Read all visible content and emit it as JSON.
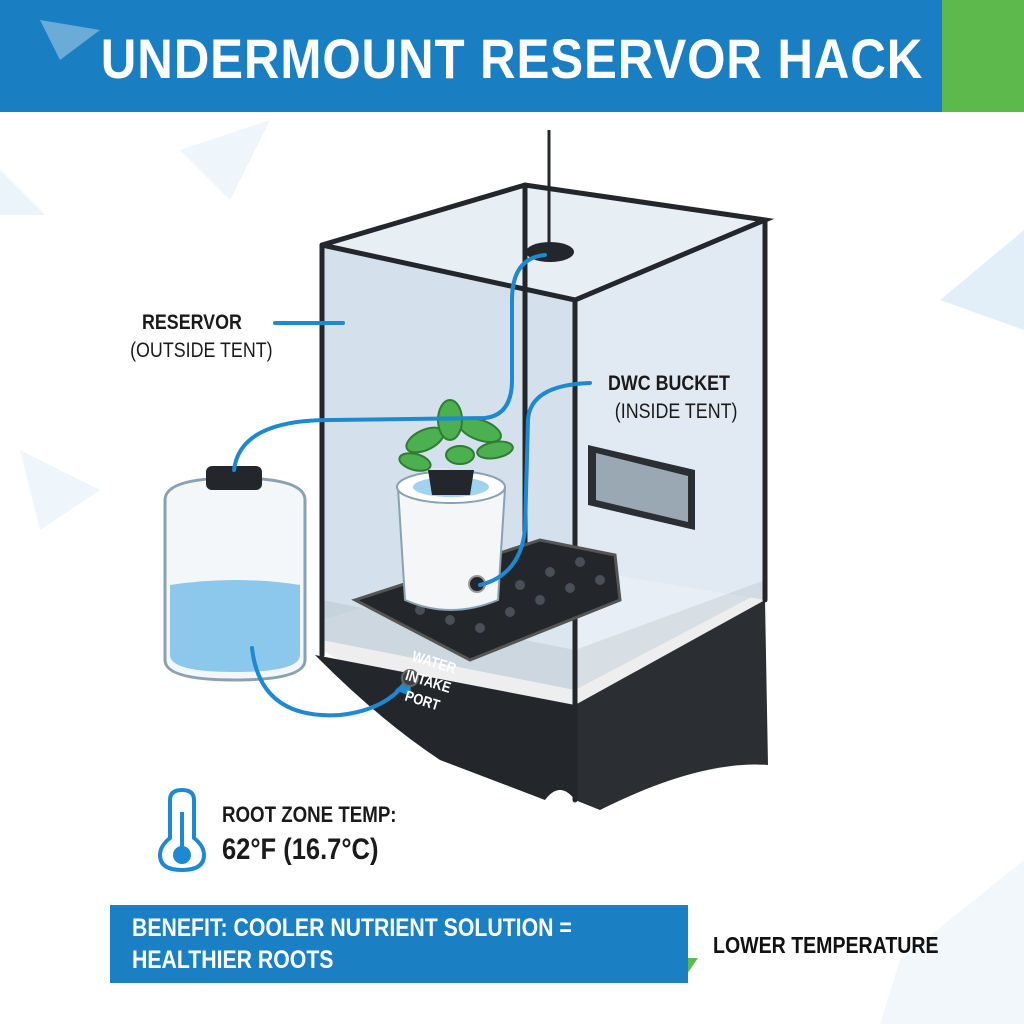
{
  "header": {
    "title": "UNDERMOUNT RESERVOR HACK"
  },
  "labels": {
    "reservoir": {
      "title": "RESERVOR",
      "subtitle": "(OUTSIDE TENT)"
    },
    "bucket": {
      "title": "DWC BUCKET",
      "subtitle": "(INSIDE TENT)"
    },
    "port": {
      "line1": "WATER INTAKE",
      "line2": "PORT"
    }
  },
  "temperature": {
    "label": "ROOT ZONE TEMP:",
    "value": "62°F (16.7°C)"
  },
  "benefit": {
    "text": "BENEFIT: COOLER NUTRIENT SOLUTION = HEALTHIER ROOTS"
  },
  "legend": {
    "lower_temperature": "LOWER TEMPERATURE"
  },
  "colors": {
    "header_blue": "#1a7fc2",
    "accent_green": "#5db94b",
    "tube_blue": "#1e88d0",
    "tent_black": "#23262b"
  }
}
